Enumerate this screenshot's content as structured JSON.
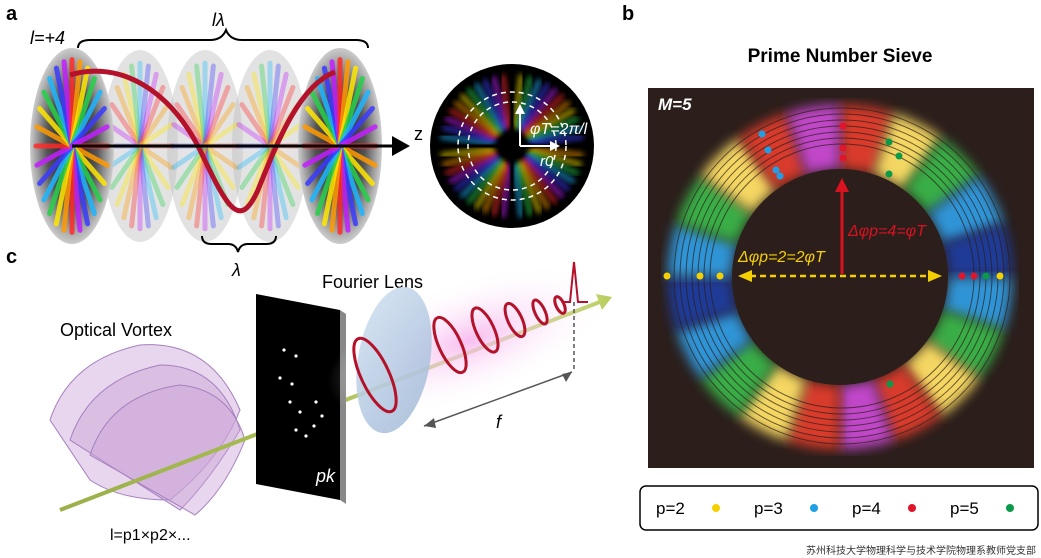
{
  "panels": {
    "a": "a",
    "b": "b",
    "c": "c"
  },
  "panel_a": {
    "l_value": "l=+4",
    "l_lambda": "lλ",
    "lambda": "λ",
    "axis_z": "z",
    "phase_label": "φT=2π/l",
    "radius_label": "r0"
  },
  "panel_b": {
    "title": "Prime Number Sieve",
    "m_label": "M=5",
    "delta_p2": "Δφp=2=2φT",
    "delta_p4": "Δφp=4=φT",
    "legend": [
      {
        "label": "p=2",
        "color": "#f5d000"
      },
      {
        "label": "p=3",
        "color": "#1ea0e6"
      },
      {
        "label": "p=4",
        "color": "#e0152a"
      },
      {
        "label": "p=5",
        "color": "#0a9a4a"
      }
    ]
  },
  "panel_c": {
    "optical_vortex": "Optical Vortex",
    "fourier_lens": "Fourier Lens",
    "focal": "f",
    "pk": "pk",
    "l_product": "l=p1×p2×..."
  },
  "watermark": "苏州科技大学物理科学与技术学院物理系教师党支部",
  "colors": {
    "lambda_beam": "#b3122a",
    "sieve_bg": "#2b1e1b",
    "arrow_red": "#d9121f",
    "arrow_yellow": "#f5d000"
  }
}
